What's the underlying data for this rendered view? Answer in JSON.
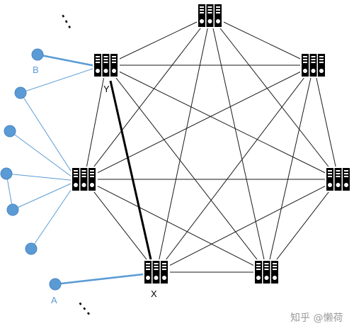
{
  "colors": {
    "mesh": "#1a1a1a",
    "highlight": "#000000",
    "client": "#5b9bd5",
    "client_fill": "#5b9bd5",
    "client_label": "#5b9bd5",
    "server_body": "#000000"
  },
  "server_icon": "server-rack-icon",
  "client_icon": "client-node-icon",
  "labels": {
    "Y": "Y",
    "X": "X",
    "B": "B",
    "A": "A"
  },
  "ellipsis_top": "⋮",
  "ellipsis_bottom": "⋮",
  "watermark": "知乎 @懒荷"
}
